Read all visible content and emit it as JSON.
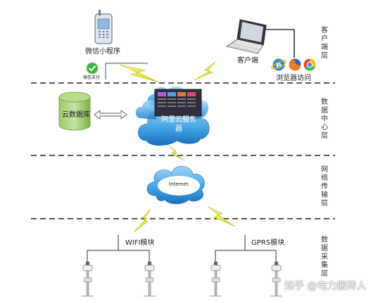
{
  "layers": [
    {
      "id": "client",
      "label": "客户端层"
    },
    {
      "id": "datacenter",
      "label": "数据中心层"
    },
    {
      "id": "network",
      "label": "网络传输层"
    },
    {
      "id": "acquisition",
      "label": "数据采集层"
    }
  ],
  "nodes": {
    "wechat_mini": "微信小程序",
    "wechat_pay": "微信支付",
    "client_pc": "客户端",
    "browser_access": "浏览器访问",
    "cloud_db": "云数据库",
    "aliyun_server": "阿里云服务器",
    "internet": "Internet",
    "wifi_module": "WIFI模块",
    "gprs_module": "GPRS模块"
  },
  "watermark": "知乎 @电力搬砖人",
  "colors": {
    "cloud": "#2f8fd6",
    "db": "#8bc34a",
    "lightning": "#e8e83a",
    "divider": "#222222"
  }
}
